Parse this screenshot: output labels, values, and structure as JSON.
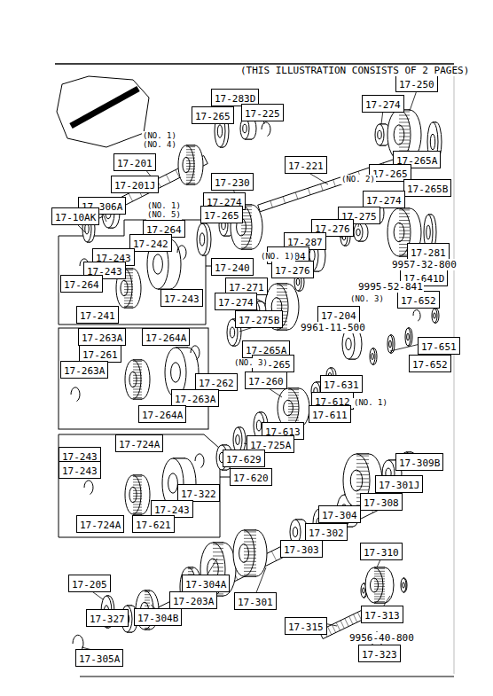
{
  "diagram": {
    "nodes": [
      {
        "text": [
          "17-283D"
        ]
      },
      {
        "text": [
          "17-250"
        ]
      },
      {
        "text": [
          "17-265"
        ]
      },
      {
        "text": [
          "17-225"
        ]
      },
      {
        "text": [
          "17-274"
        ]
      },
      {
        "text": [
          "17-201"
        ]
      },
      {
        "text": [
          "17-221"
        ]
      },
      {
        "text": [
          "17-265A"
        ]
      },
      {
        "text": [
          "17-201J"
        ]
      },
      {
        "text": [
          "17-265"
        ]
      },
      {
        "text": [
          "17-230"
        ]
      },
      {
        "text": [
          "17-265B"
        ]
      },
      {
        "text": [
          "17-306A"
        ]
      },
      {
        "text": [
          "17-274"
        ]
      },
      {
        "text": [
          "17-274"
        ]
      },
      {
        "text": [
          "17-10AK"
        ]
      },
      {
        "text": [
          "17-265"
        ]
      },
      {
        "text": [
          "17-275"
        ]
      },
      {
        "text": [
          "17-276"
        ]
      },
      {
        "text": [
          "17-264"
        ]
      },
      {
        "text": [
          "17-242"
        ]
      },
      {
        "text": [
          "17-287"
        ]
      },
      {
        "text": [
          "17-243"
        ]
      },
      {
        "text": [
          "17-204"
        ]
      },
      {
        "text": [
          "17-281"
        ]
      },
      {
        "text": [
          "17-243"
        ]
      },
      {
        "text": [
          "17-240"
        ]
      },
      {
        "text": [
          "17-276"
        ]
      },
      {
        "text": [
          "17-264"
        ]
      },
      {
        "text": [
          "17-271"
        ]
      },
      {
        "text": [
          "17-243"
        ]
      },
      {
        "text": [
          "17-274"
        ]
      },
      {
        "text": [
          "17-641D"
        ]
      },
      {
        "text": [
          "17-652"
        ]
      },
      {
        "text": [
          "17-241"
        ]
      },
      {
        "text": [
          "17-204"
        ]
      },
      {
        "text": [
          "17-275B"
        ]
      },
      {
        "text": [
          "17-263A"
        ]
      },
      {
        "text": [
          "17-264A"
        ]
      },
      {
        "text": [
          "17-265A"
        ]
      },
      {
        "text": [
          "17-651"
        ]
      },
      {
        "text": [
          "17-261"
        ]
      },
      {
        "text": [
          "17-265"
        ]
      },
      {
        "text": [
          "17-652"
        ]
      },
      {
        "text": [
          "17-263A"
        ]
      },
      {
        "text": [
          "17-262"
        ]
      },
      {
        "text": [
          "17-631"
        ]
      },
      {
        "text": [
          "17-260"
        ]
      },
      {
        "text": [
          "17-263A"
        ]
      },
      {
        "text": [
          "17-612"
        ]
      },
      {
        "text": [
          "17-264A"
        ]
      },
      {
        "text": [
          "17-611"
        ]
      },
      {
        "text": [
          "17-613"
        ]
      },
      {
        "text": [
          "17-724A"
        ]
      },
      {
        "text": [
          "17-725A"
        ]
      },
      {
        "text": [
          "17-243"
        ]
      },
      {
        "text": [
          "17-309B"
        ]
      },
      {
        "text": [
          "17-629"
        ]
      },
      {
        "text": [
          "17-243"
        ]
      },
      {
        "text": [
          "17-620"
        ]
      },
      {
        "text": [
          "17-301J"
        ]
      },
      {
        "text": [
          "17-322"
        ]
      },
      {
        "text": [
          "17-243"
        ]
      },
      {
        "text": [
          "17-304"
        ]
      },
      {
        "text": [
          "17-724A"
        ]
      },
      {
        "text": [
          "17-621"
        ]
      },
      {
        "text": [
          "17-308"
        ]
      },
      {
        "text": [
          "17-302"
        ]
      },
      {
        "text": [
          "17-303"
        ]
      },
      {
        "text": [
          "17-310"
        ]
      },
      {
        "text": [
          "17-205"
        ]
      },
      {
        "text": [
          "17-304A"
        ]
      },
      {
        "text": [
          "17-203A"
        ]
      },
      {
        "text": [
          "17-301"
        ]
      },
      {
        "text": [
          "17-313"
        ]
      },
      {
        "text": [
          "17-327"
        ]
      },
      {
        "text": [
          "17-304B"
        ]
      },
      {
        "text": [
          "17-315"
        ]
      },
      {
        "text": [
          "17-323"
        ]
      },
      {
        "text": [
          "17-305A"
        ]
      }
    ],
    "edges": [],
    "labels": [
      "(THIS ILLUSTRATION CONSISTS OF  2 PAGES)",
      "(NO. 1)",
      "(NO. 4)",
      "(NO. 2)",
      "(NO. 1)",
      "(NO. 5)",
      "(NO. 1)",
      "(NO. 3)",
      "(NO. 3)",
      "(NO. 1)",
      "9957-32-800",
      "9995-52-841",
      "9961-11-500",
      "9956-40-800"
    ]
  }
}
